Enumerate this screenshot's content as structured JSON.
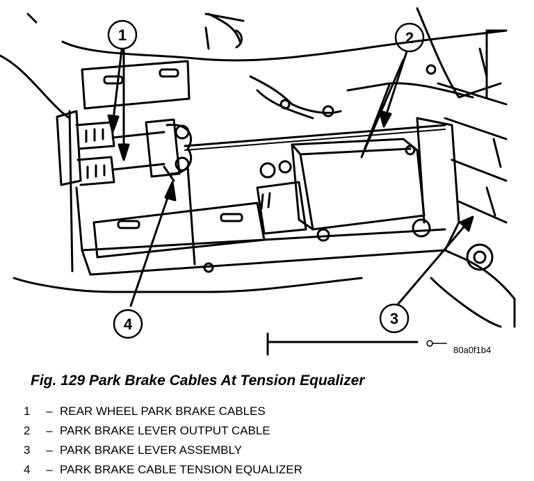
{
  "figure": {
    "code": "80a0f1b4",
    "callouts": [
      "1",
      "2",
      "3",
      "4"
    ],
    "caption": "Fig. 129 Park Brake Cables At Tension Equalizer"
  },
  "legend": [
    {
      "num": "1",
      "sep": "–",
      "text": "REAR WHEEL PARK BRAKE CABLES"
    },
    {
      "num": "2",
      "sep": "–",
      "text": "PARK BRAKE LEVER OUTPUT CABLE"
    },
    {
      "num": "3",
      "sep": "–",
      "text": "PARK BRAKE LEVER ASSEMBLY"
    },
    {
      "num": "4",
      "sep": "–",
      "text": "PARK BRAKE CABLE TENSION EQUALIZER"
    }
  ]
}
